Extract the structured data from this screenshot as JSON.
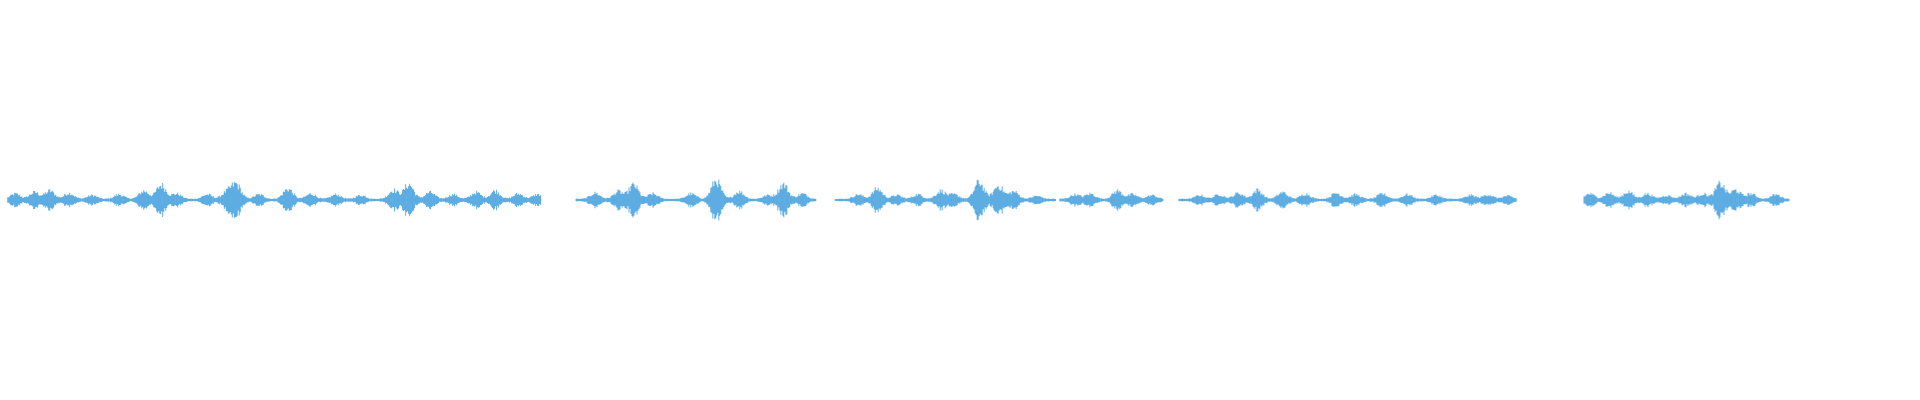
{
  "waveform": {
    "color": "#5dade2",
    "background": "#ffffff",
    "duration_fraction_shown": 1.0,
    "segments": [
      {
        "start": 0.004,
        "end": 0.098,
        "bursts": [
          [
            0.008,
            0.35
          ],
          [
            0.018,
            0.45
          ],
          [
            0.026,
            0.55
          ],
          [
            0.036,
            0.4
          ],
          [
            0.048,
            0.25
          ],
          [
            0.062,
            0.3
          ],
          [
            0.075,
            0.55
          ],
          [
            0.084,
            0.95
          ],
          [
            0.092,
            0.35
          ]
        ]
      },
      {
        "start": 0.096,
        "end": 0.194,
        "bursts": [
          [
            0.108,
            0.3
          ],
          [
            0.118,
            0.45
          ],
          [
            0.123,
            1.0
          ],
          [
            0.135,
            0.3
          ],
          [
            0.15,
            0.7
          ],
          [
            0.162,
            0.35
          ],
          [
            0.175,
            0.3
          ],
          [
            0.188,
            0.25
          ]
        ]
      },
      {
        "start": 0.192,
        "end": 0.282,
        "bursts": [
          [
            0.205,
            0.6
          ],
          [
            0.213,
            1.0
          ],
          [
            0.224,
            0.45
          ],
          [
            0.236,
            0.3
          ],
          [
            0.248,
            0.45
          ],
          [
            0.258,
            0.55
          ],
          [
            0.27,
            0.35
          ],
          [
            0.28,
            0.3
          ]
        ]
      },
      {
        "start": 0.3,
        "end": 0.352,
        "bursts": [
          [
            0.31,
            0.4
          ],
          [
            0.322,
            0.5
          ],
          [
            0.33,
            0.95
          ],
          [
            0.34,
            0.35
          ]
        ]
      },
      {
        "start": 0.352,
        "end": 0.425,
        "bursts": [
          [
            0.36,
            0.35
          ],
          [
            0.373,
            1.25
          ],
          [
            0.385,
            0.5
          ],
          [
            0.4,
            0.25
          ],
          [
            0.408,
            1.0
          ],
          [
            0.418,
            0.35
          ]
        ]
      },
      {
        "start": 0.435,
        "end": 0.55,
        "bursts": [
          [
            0.447,
            0.3
          ],
          [
            0.457,
            0.7
          ],
          [
            0.467,
            0.25
          ],
          [
            0.478,
            0.3
          ],
          [
            0.49,
            0.55
          ],
          [
            0.497,
            0.3
          ],
          [
            0.51,
            1.15
          ],
          [
            0.52,
            0.9
          ],
          [
            0.528,
            0.5
          ],
          [
            0.54,
            0.2
          ]
        ]
      },
      {
        "start": 0.552,
        "end": 0.606,
        "bursts": [
          [
            0.56,
            0.3
          ],
          [
            0.568,
            0.35
          ],
          [
            0.582,
            0.55
          ],
          [
            0.59,
            0.3
          ],
          [
            0.6,
            0.25
          ]
        ]
      },
      {
        "start": 0.614,
        "end": 0.764,
        "bursts": [
          [
            0.625,
            0.25
          ],
          [
            0.635,
            0.3
          ],
          [
            0.645,
            0.4
          ],
          [
            0.655,
            0.6
          ],
          [
            0.668,
            0.45
          ],
          [
            0.68,
            0.35
          ],
          [
            0.696,
            0.4
          ],
          [
            0.706,
            0.3
          ],
          [
            0.72,
            0.35
          ],
          [
            0.733,
            0.3
          ],
          [
            0.748,
            0.25
          ]
        ]
      },
      {
        "start": 0.76,
        "end": 0.79,
        "bursts": [
          [
            0.766,
            0.25
          ],
          [
            0.775,
            0.3
          ],
          [
            0.785,
            0.2
          ]
        ]
      },
      {
        "start": 0.825,
        "end": 0.932,
        "bursts": [
          [
            0.828,
            0.35
          ],
          [
            0.838,
            0.4
          ],
          [
            0.848,
            0.5
          ],
          [
            0.858,
            0.35
          ],
          [
            0.868,
            0.25
          ],
          [
            0.878,
            0.35
          ],
          [
            0.887,
            0.35
          ],
          [
            0.896,
            1.05
          ],
          [
            0.904,
            0.6
          ],
          [
            0.912,
            0.35
          ],
          [
            0.925,
            0.3
          ]
        ]
      }
    ]
  }
}
